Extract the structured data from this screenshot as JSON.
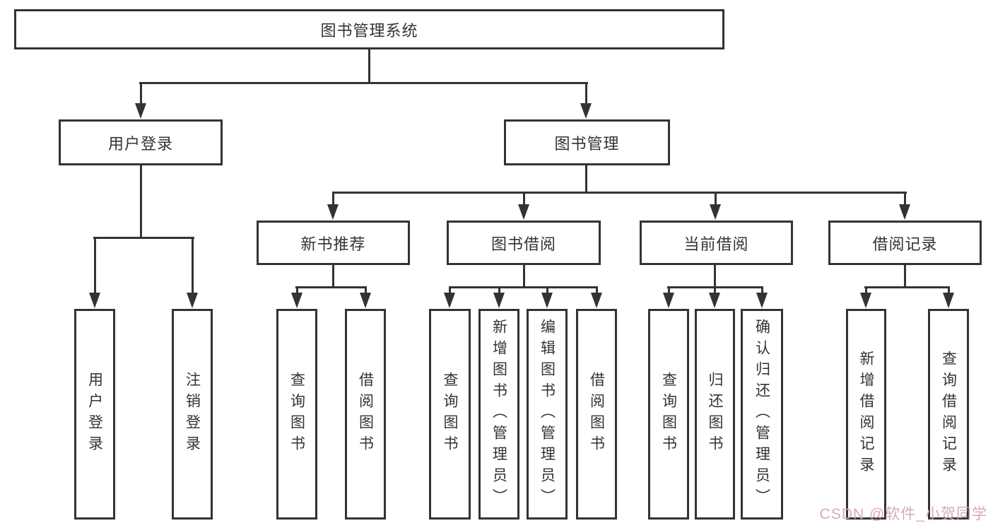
{
  "diagram_title": "图书管理系统",
  "nodes": {
    "root": "图书管理系统",
    "user_login": "用户登录",
    "book_mgmt": "图书管理",
    "new_book": "新书推荐",
    "borrow": "图书借阅",
    "current": "当前借阅",
    "record": "借阅记录",
    "ul_login": "用户登录",
    "ul_logout": "注销登录",
    "nb_query": "查询图书",
    "nb_borrow": "借阅图书",
    "bw_query": "查询图书",
    "bw_add": "新增图书（管理员）",
    "bw_edit": "编辑图书（管理员）",
    "bw_borrow": "借阅图书",
    "cb_query": "查询图书",
    "cb_return": "归还图书",
    "cb_confirm": "确认归还（管理员）",
    "br_add": "新增借阅记录",
    "br_query": "查询借阅记录"
  },
  "hierarchy": {
    "root": "图书管理系统",
    "branches": [
      {
        "label": "用户登录",
        "children": [
          "用户登录",
          "注销登录"
        ]
      },
      {
        "label": "图书管理",
        "children": [
          {
            "label": "新书推荐",
            "children": [
              "查询图书",
              "借阅图书"
            ]
          },
          {
            "label": "图书借阅",
            "children": [
              "查询图书",
              "新增图书（管理员）",
              "编辑图书（管理员）",
              "借阅图书"
            ]
          },
          {
            "label": "当前借阅",
            "children": [
              "查询图书",
              "归还图书",
              "确认归还（管理员）"
            ]
          },
          {
            "label": "借阅记录",
            "children": [
              "新增借阅记录",
              "查询借阅记录"
            ]
          }
        ]
      }
    ]
  },
  "watermark": "CSDN @软件_小贺同学",
  "colors": {
    "line": "#333333",
    "box_border": "#333333",
    "text": "#333333",
    "watermark": "#d8abb3",
    "background": "#ffffff"
  }
}
